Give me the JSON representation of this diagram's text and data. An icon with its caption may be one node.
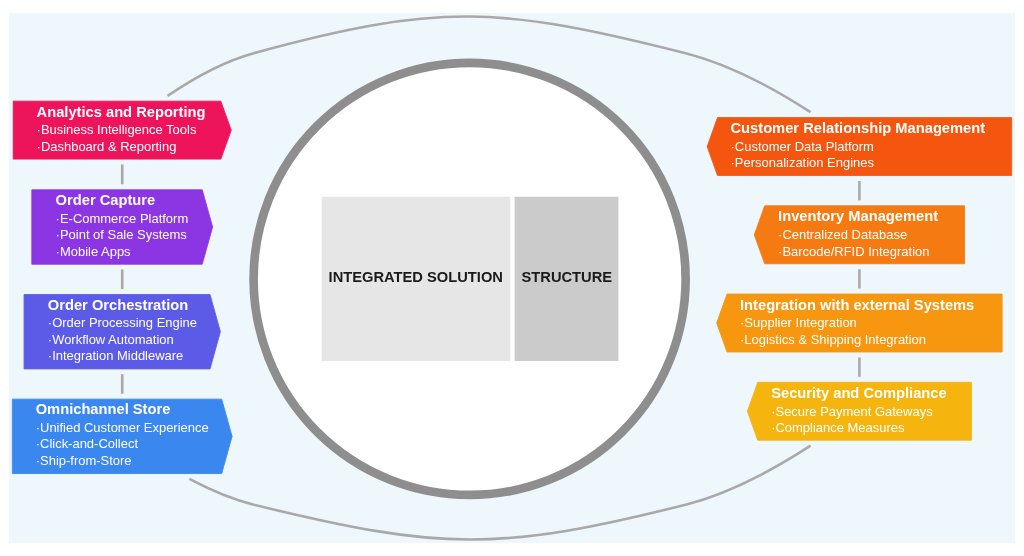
{
  "diagram": {
    "nodes": [
      {
        "text": [
          "Analytics and Reporting",
          "·Business Intelligence Tools",
          "·Dashboard & Reporting"
        ]
      },
      {
        "text": [
          "Customer Relationship Management",
          "·Customer Data Platform",
          "·Personalization Engines"
        ]
      },
      {
        "text": [
          "Order Capture",
          "·E-Commerce Platform",
          "·Point of Sale Systems",
          "·Mobile Apps"
        ]
      },
      {
        "text": [
          "Inventory Management",
          "·Centralized Database",
          "·Barcode/RFID Integration"
        ]
      },
      {
        "text": [
          "INTEGRATED SOLUTION",
          "STRUCTURE"
        ]
      },
      {
        "text": [
          "Order Orchestration",
          "·Order Processing Engine",
          "·Workflow Automation",
          "·Integration Middleware"
        ]
      },
      {
        "text": [
          "Integration with external Systems",
          "·Supplier Integration",
          "·Logistics & Shipping Integration"
        ]
      },
      {
        "text": [
          "Omnichannel Store",
          "·Unified Customer Experience",
          "·Click-and-Collect",
          "·Ship-from-Store"
        ]
      },
      {
        "text": [
          "Security and Compliance",
          "·Secure Payment Gateways",
          "·Compliance Measures"
        ]
      }
    ],
    "edges": [
      {
        "from": 0,
        "to": 1,
        "arrow": "none"
      },
      {
        "from": 1,
        "to": 3,
        "arrow": "none"
      },
      {
        "from": 3,
        "to": 6,
        "arrow": "none"
      },
      {
        "from": 6,
        "to": 8,
        "arrow": "none"
      },
      {
        "from": 7,
        "to": 8,
        "arrow": "none"
      },
      {
        "from": 5,
        "to": 7,
        "arrow": "none"
      },
      {
        "from": 2,
        "to": 5,
        "arrow": "none"
      },
      {
        "from": 0,
        "to": 2,
        "arrow": "none"
      }
    ]
  }
}
